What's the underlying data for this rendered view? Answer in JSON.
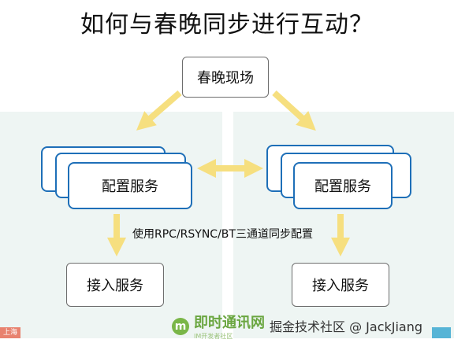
{
  "title": "如何与春晚同步进行互动？",
  "nodes": {
    "top": "春晚现场",
    "config_left": "配置服务",
    "config_right": "配置服务",
    "access_left": "接入服务",
    "access_right": "接入服务"
  },
  "sync_note": "使用RPC/RSYNC/BT三通道同步配置",
  "panels": {
    "left_label": "上海"
  },
  "watermark": {
    "brand": "即时通讯网",
    "brand_sub": "IM开发者社区",
    "right": "掘金技术社区 @ JackJiang"
  },
  "colors": {
    "arrow": "#f6df7f",
    "box_border": "#1e6fb8",
    "panel_bg": "#eef5f3",
    "left_label_bg": "#e8826f",
    "right_label_bg": "#56b4d6"
  }
}
